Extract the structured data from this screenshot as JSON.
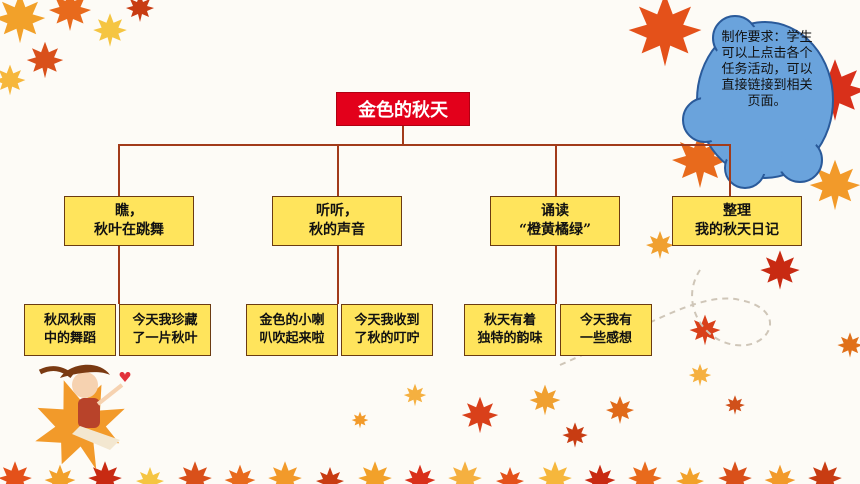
{
  "diagram": {
    "root": "金色的秋天",
    "branches": [
      {
        "label": "瞧，\n秋叶在跳舞",
        "children": [
          "秋风秋雨\n中的舞蹈",
          "今天我珍藏\n了一片秋叶"
        ]
      },
      {
        "label": "听听，\n秋的声音",
        "children": [
          "金色的小喇\n叭吹起来啦",
          "今天我收到\n了秋的叮咛"
        ]
      },
      {
        "label": "诵读\n“橙黄橘绿”",
        "children": [
          "秋天有着\n独特的韵味",
          "今天我有\n一些感想"
        ]
      },
      {
        "label": "整理\n我的秋天日记",
        "children": []
      }
    ]
  },
  "note": {
    "text": "制作要求：学生可以上点击各个任务活动，可以直接链接到相关页面。"
  },
  "colors": {
    "root_fill": "#e3001b",
    "node_fill": "#ffe45c",
    "connector": "#a23b1a",
    "cloud_fill": "#6aa3dc"
  },
  "decorations": [
    "maple-leaf-icon",
    "girl-illustration"
  ]
}
